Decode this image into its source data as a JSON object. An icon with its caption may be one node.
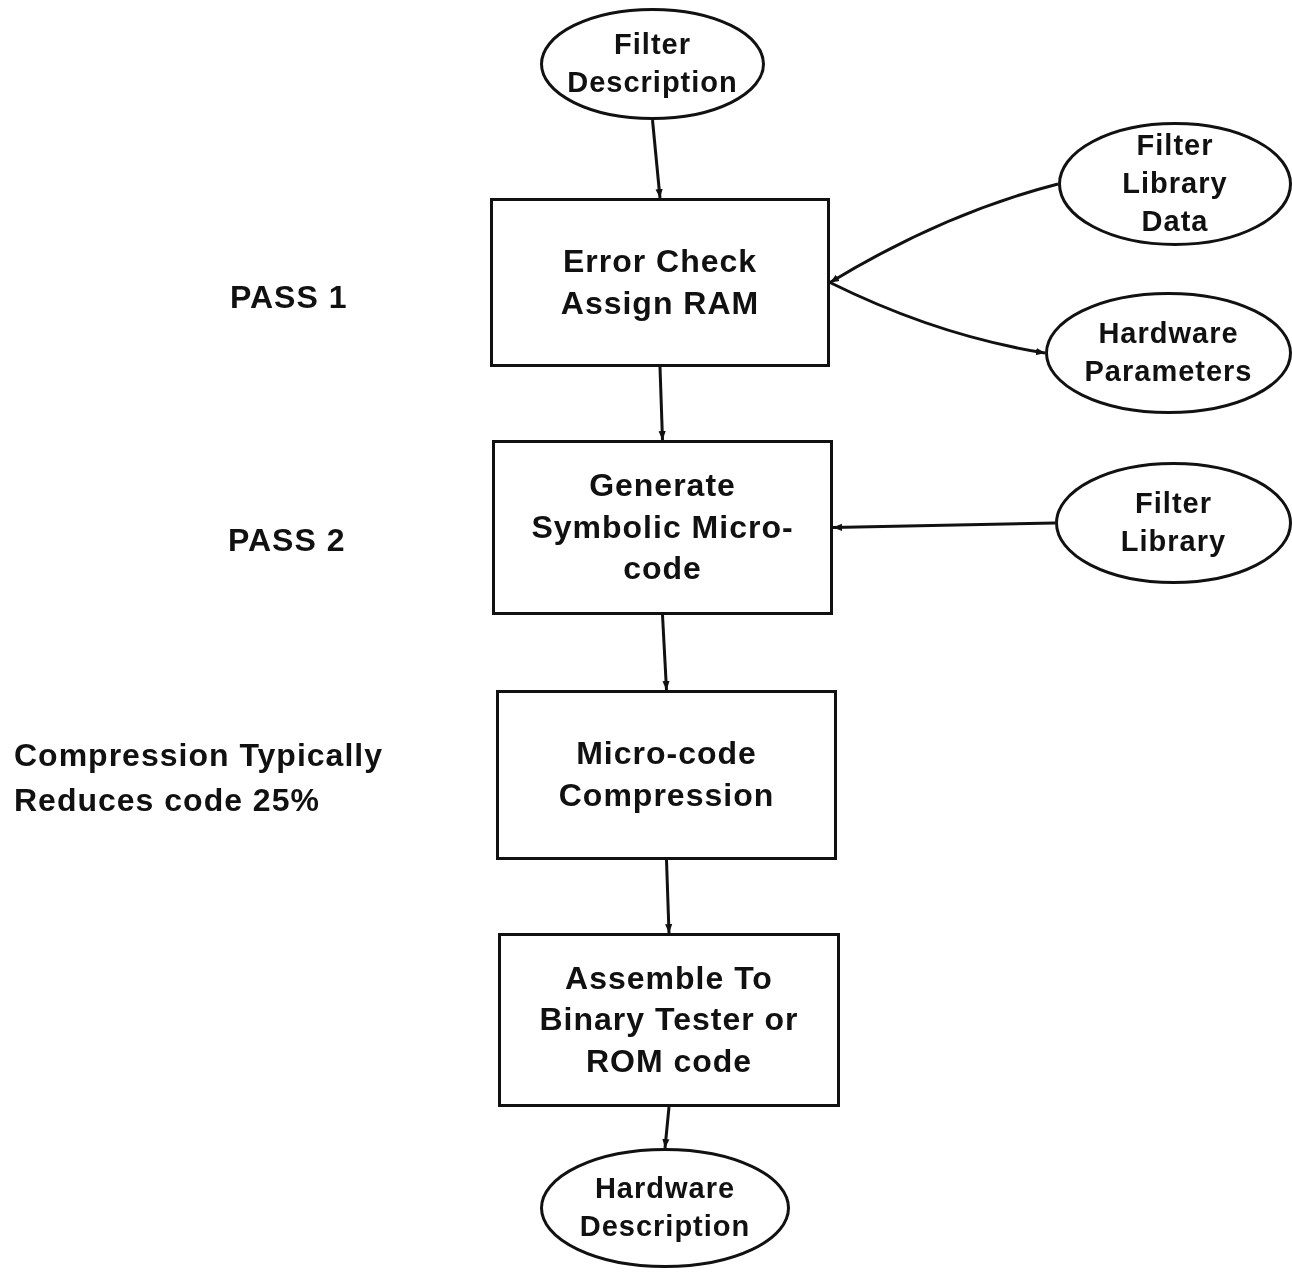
{
  "diagram": {
    "nodes": [
      {
        "text": [
          "Filter Description"
        ]
      },
      {
        "text": [
          "Error Check Assign RAM"
        ]
      },
      {
        "text": [
          "Filter Library Data"
        ]
      },
      {
        "text": [
          "Hardware Parameters"
        ]
      },
      {
        "text": [
          "Generate Symbolic Micro-code"
        ]
      },
      {
        "text": [
          "Filter Library"
        ]
      },
      {
        "text": [
          "Micro-code Compression"
        ]
      },
      {
        "text": [
          "Assemble To Binary Tester or ROM code"
        ]
      },
      {
        "text": [
          "Hardware Description"
        ]
      }
    ],
    "edges": [
      {
        "from": 0,
        "to": 1,
        "arrow": "to"
      },
      {
        "from": 2,
        "to": 1,
        "arrow": "to"
      },
      {
        "from": 1,
        "to": 3,
        "arrow": "to"
      },
      {
        "from": 1,
        "to": 4,
        "arrow": "to"
      },
      {
        "from": 5,
        "to": 4,
        "arrow": "to"
      },
      {
        "from": 4,
        "to": 6,
        "arrow": "to"
      },
      {
        "from": 6,
        "to": 7,
        "arrow": "to"
      },
      {
        "from": 7,
        "to": 8,
        "arrow": "to"
      }
    ],
    "labels": [
      "PASS 1",
      "PASS 2",
      "Compression Typically Reduces code 25%"
    ]
  }
}
